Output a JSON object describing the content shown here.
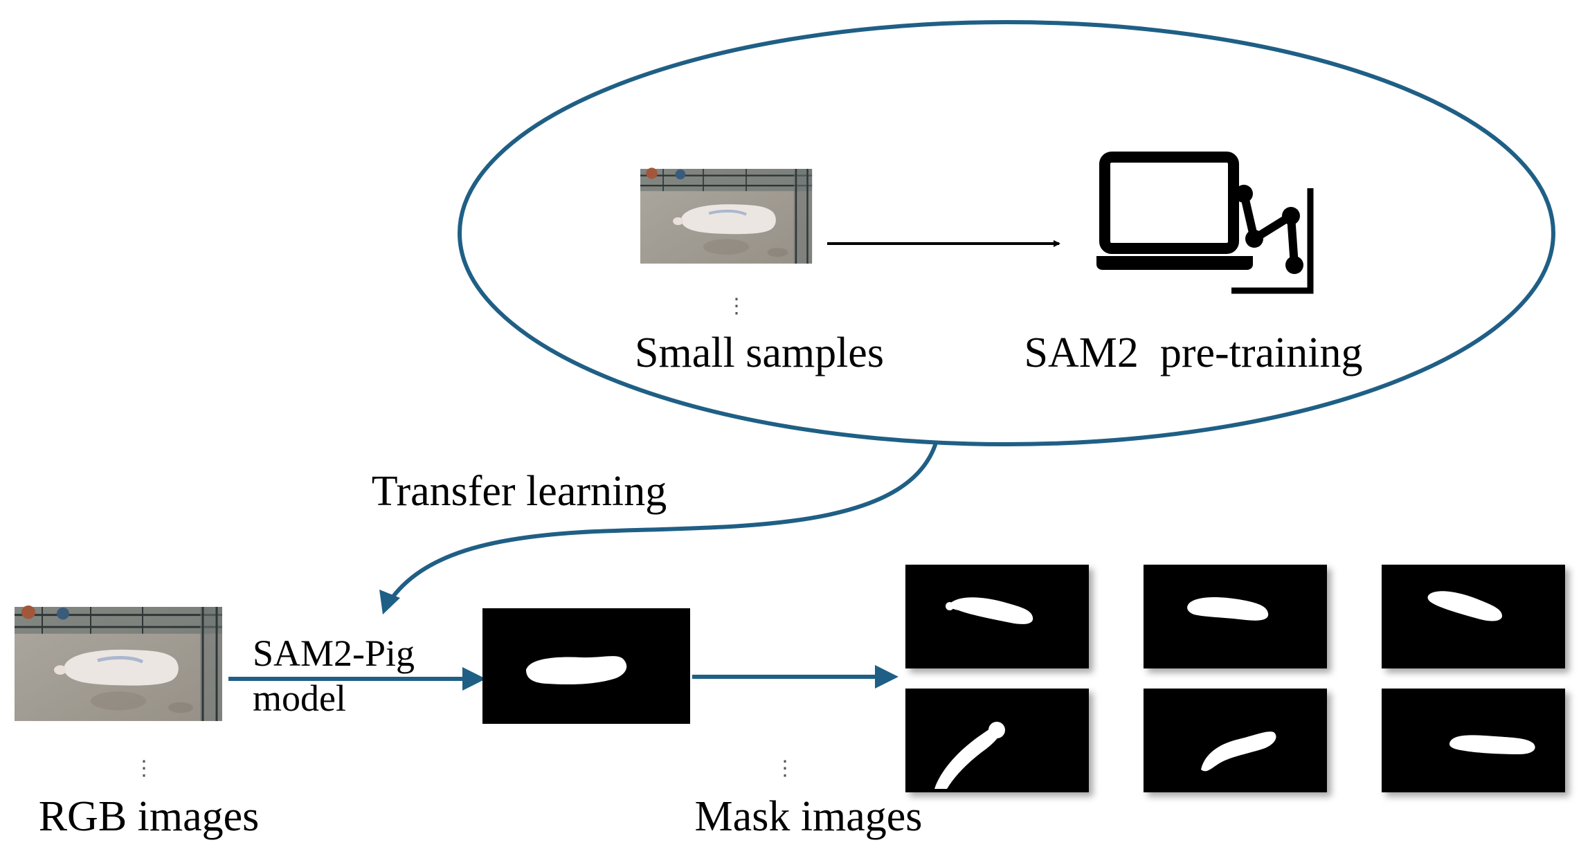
{
  "colors": {
    "accent": "#1f5f85",
    "mask_background": "#000000",
    "mask_foreground": "#ffffff",
    "photo_floor": "#a39e96"
  },
  "labels": {
    "small_samples": "Small samples",
    "sam2_pretraining": "SAM2  pre-training",
    "transfer_learning": "Transfer learning",
    "model_line1": "SAM2-Pig",
    "model_line2": "model",
    "rgb_images": "RGB images",
    "mask_images": "Mask images",
    "ellipsis": "⋮"
  },
  "icons": {
    "pretraining": "laptop-with-chart-icon"
  }
}
